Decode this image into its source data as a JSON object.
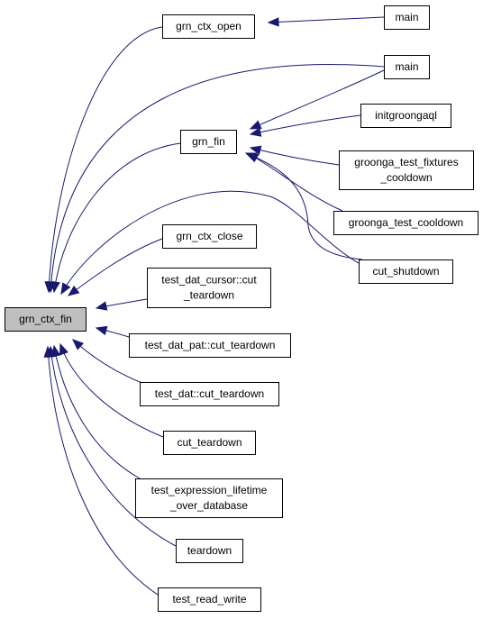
{
  "graph": {
    "type": "call-graph",
    "nodes": [
      {
        "id": "grn_ctx_fin",
        "lines": [
          "grn_ctx_fin"
        ],
        "highlight": true
      },
      {
        "id": "grn_ctx_open",
        "lines": [
          "grn_ctx_open"
        ]
      },
      {
        "id": "main_1",
        "lines": [
          "main"
        ]
      },
      {
        "id": "main_2",
        "lines": [
          "main"
        ]
      },
      {
        "id": "grn_fin",
        "lines": [
          "grn_fin"
        ]
      },
      {
        "id": "initgroongaql",
        "lines": [
          "initgroongaql"
        ]
      },
      {
        "id": "groonga_test_fixtures_cooldown",
        "lines": [
          "groonga_test_fixtures",
          "_cooldown"
        ]
      },
      {
        "id": "groonga_test_cooldown",
        "lines": [
          "groonga_test_cooldown"
        ]
      },
      {
        "id": "cut_shutdown",
        "lines": [
          "cut_shutdown"
        ]
      },
      {
        "id": "grn_ctx_close",
        "lines": [
          "grn_ctx_close"
        ]
      },
      {
        "id": "test_dat_cursor_cut_teardown",
        "lines": [
          "test_dat_cursor::cut",
          "_teardown"
        ]
      },
      {
        "id": "test_dat_pat_cut_teardown",
        "lines": [
          "test_dat_pat::cut_teardown"
        ]
      },
      {
        "id": "test_dat_cut_teardown",
        "lines": [
          "test_dat::cut_teardown"
        ]
      },
      {
        "id": "cut_teardown",
        "lines": [
          "cut_teardown"
        ]
      },
      {
        "id": "test_expression_lifetime_over_database",
        "lines": [
          "test_expression_lifetime",
          "_over_database"
        ]
      },
      {
        "id": "teardown",
        "lines": [
          "teardown"
        ]
      },
      {
        "id": "test_read_write",
        "lines": [
          "test_read_write"
        ]
      }
    ],
    "edges": [
      {
        "from": "grn_ctx_open",
        "to": "grn_ctx_fin"
      },
      {
        "from": "main_2",
        "to": "grn_ctx_fin"
      },
      {
        "from": "grn_fin",
        "to": "grn_ctx_fin"
      },
      {
        "from": "cut_shutdown",
        "to": "grn_ctx_fin"
      },
      {
        "from": "grn_ctx_close",
        "to": "grn_ctx_fin"
      },
      {
        "from": "test_dat_cursor_cut_teardown",
        "to": "grn_ctx_fin"
      },
      {
        "from": "test_dat_pat_cut_teardown",
        "to": "grn_ctx_fin"
      },
      {
        "from": "test_dat_cut_teardown",
        "to": "grn_ctx_fin"
      },
      {
        "from": "cut_teardown",
        "to": "grn_ctx_fin"
      },
      {
        "from": "test_expression_lifetime_over_database",
        "to": "grn_ctx_fin"
      },
      {
        "from": "teardown",
        "to": "grn_ctx_fin"
      },
      {
        "from": "test_read_write",
        "to": "grn_ctx_fin"
      },
      {
        "from": "main_1",
        "to": "grn_ctx_open"
      },
      {
        "from": "main_2",
        "to": "grn_fin"
      },
      {
        "from": "initgroongaql",
        "to": "grn_fin"
      },
      {
        "from": "groonga_test_fixtures_cooldown",
        "to": "grn_fin"
      },
      {
        "from": "groonga_test_cooldown",
        "to": "grn_fin"
      },
      {
        "from": "cut_shutdown",
        "to": "grn_fin"
      }
    ],
    "colors": {
      "edge": "#191970",
      "root_fill": "#bfbfbf",
      "node_fill": "#ffffff",
      "border": "#000000"
    }
  }
}
